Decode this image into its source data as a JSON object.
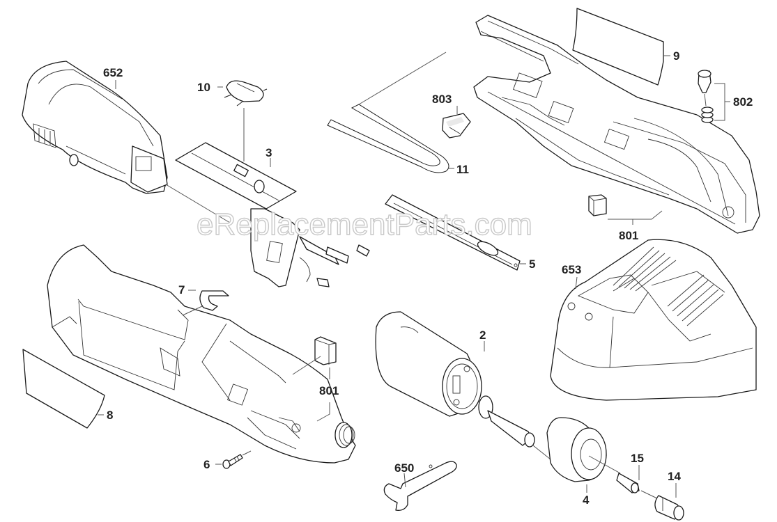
{
  "diagram": {
    "type": "exploded-parts-view",
    "watermark": "eReplacementParts.com",
    "parts": [
      {
        "id": "652",
        "label": "652",
        "name": "battery-pack"
      },
      {
        "id": "10",
        "label": "10",
        "name": "switch-button-cap"
      },
      {
        "id": "3",
        "label": "3",
        "name": "switch-circuit-board"
      },
      {
        "id": "9",
        "label": "9",
        "name": "label-plate-right"
      },
      {
        "id": "802",
        "label": "802",
        "name": "button-and-spring-set"
      },
      {
        "id": "803",
        "label": "803",
        "name": "slide-button"
      },
      {
        "id": "11",
        "label": "11",
        "name": "wire-bracket"
      },
      {
        "id": "801-top",
        "label": "801",
        "name": "foam-pad-top"
      },
      {
        "id": "5",
        "label": "5",
        "name": "slide-switch-bar"
      },
      {
        "id": "653",
        "label": "653",
        "name": "battery-charger"
      },
      {
        "id": "7",
        "label": "7",
        "name": "u-clip"
      },
      {
        "id": "801-bottom",
        "label": "801",
        "name": "foam-pad-bottom"
      },
      {
        "id": "8",
        "label": "8",
        "name": "label-plate-left"
      },
      {
        "id": "6",
        "label": "6",
        "name": "screw"
      },
      {
        "id": "2",
        "label": "2",
        "name": "motor"
      },
      {
        "id": "650",
        "label": "650",
        "name": "wrench"
      },
      {
        "id": "4",
        "label": "4",
        "name": "nose-cap"
      },
      {
        "id": "15",
        "label": "15",
        "name": "collet"
      },
      {
        "id": "14",
        "label": "14",
        "name": "collet-nut"
      }
    ]
  }
}
